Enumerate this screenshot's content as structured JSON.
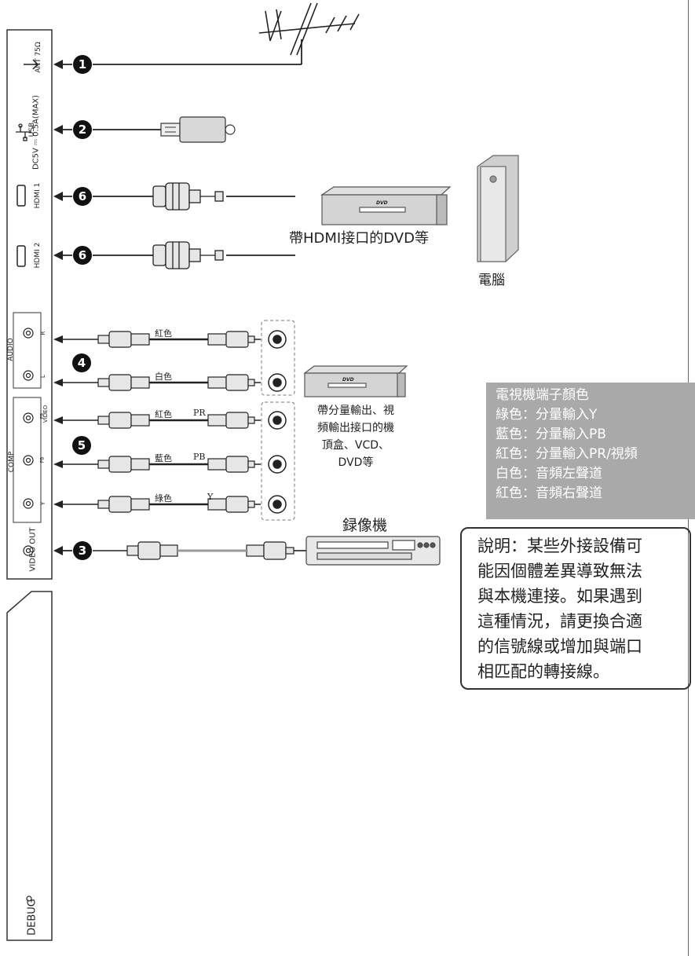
{
  "ports": {
    "ant": "ANT 75Ω",
    "usb": "USB",
    "usb_spec": "DC5V ⎓ 0.5A(MAX)",
    "hdmi1": "HDMI 1",
    "hdmi2": "HDMI 2",
    "audio": "AUDIO",
    "audio_r": "R",
    "audio_l": "L",
    "comp": "COMP",
    "video": "VIDEO",
    "pr": "PR",
    "pb": "PB",
    "y": "Y",
    "video_out": "VIDEO OUT",
    "debug": "DEBUG"
  },
  "numbers": {
    "ant": "1",
    "usb": "2",
    "hdmi1": "6",
    "hdmi2": "6",
    "audio": "4",
    "comp": "5",
    "video_out": "3"
  },
  "wires": {
    "audio_r": "紅色",
    "audio_l": "白色",
    "pr": "紅色",
    "pr_sym": "PR",
    "pb": "藍色",
    "pb_sym": "PB",
    "y": "綠色",
    "y_sym": "Y"
  },
  "devices": {
    "hdmi_dvd": "帶HDMI接口的DVD等",
    "computer": "電腦",
    "dvd_label": "DVD",
    "comp_dvd_lines": [
      "帶分量輸出、視",
      "頻輸出接口的機",
      "頂盒、VCD、",
      "DVD等"
    ],
    "vcr": "録像機"
  },
  "legend": {
    "title": "電視機端子顏色",
    "rows": [
      "綠色：分量輸入Y",
      "藍色：分量輸入PB",
      "紅色：分量輸入PR/視頻",
      "白色：音頻左聲道",
      "紅色：音頻右聲道"
    ]
  },
  "note": {
    "lines": [
      "說明：某些外接設備可",
      "能因個體差異導致無法",
      "與本機連接。如果遇到",
      "這種情況，請更換合適",
      "的信號線或增加與端口",
      "相匹配的轉接線。"
    ]
  },
  "colors": {
    "legend_bg": "#a9a9a9",
    "line": "#222222",
    "video_cable": "#9a9a9a"
  }
}
